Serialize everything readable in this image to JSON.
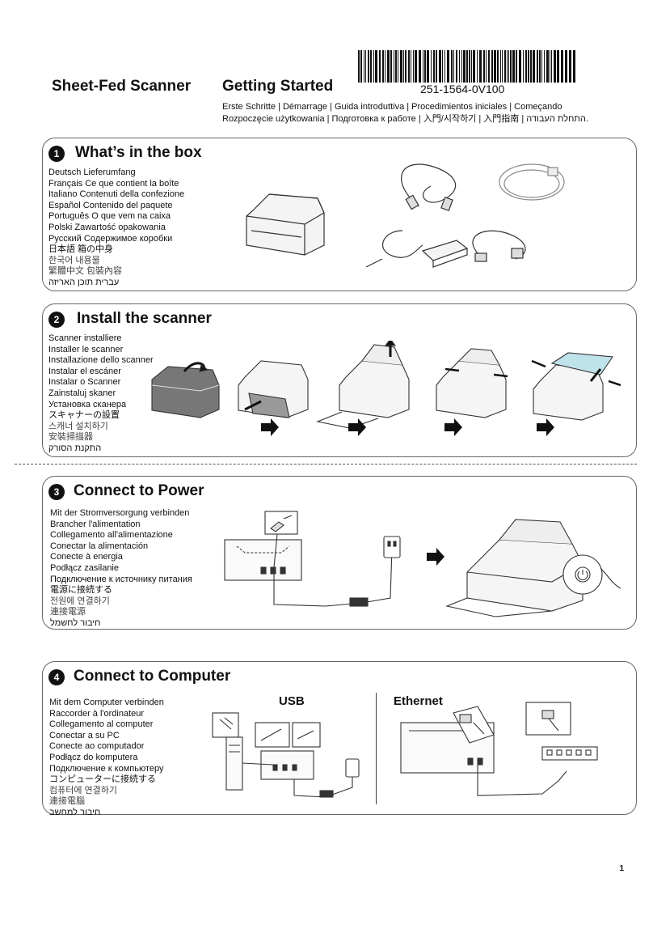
{
  "header": {
    "product": "Sheet-Fed Scanner",
    "guide": "Getting Started",
    "part_number": "251-1564-0V100",
    "languages_line1": "Erste Schritte | Démarrage | Guida introduttiva | Procedimientos iniciales | Começando",
    "languages_line2": "Rozpoczęcie użytkowania | Подготовка к работе | 入門/시작하기 | 入門指南 | התחלת העבודה."
  },
  "sections": [
    {
      "number": "1",
      "title": "What’s in the box",
      "items": [
        "Deutsch Lieferumfang",
        "Français Ce que contient la boîte",
        "Italiano Contenuti della confezione",
        "Español Contenido del paquete",
        "Português O que vem na caixa",
        "Polski Zawartość opakowania",
        "Русский Содержимое коробки",
        "日本語 箱の中身",
        "한국어 내용물",
        "繁體中文 包裝內容",
        "עברית תוכן האריזה"
      ]
    },
    {
      "number": "2",
      "title": "Install the scanner",
      "items": [
        "Scanner installiere",
        "Installer le scanner",
        "Installazione dello scanner",
        "Instalar el escáner",
        "Instalar o Scanner",
        "Zainstaluj skaner",
        "Установка сканера",
        "スキャナーの設置",
        "스캐너 설치하기",
        "安裝掃描器",
        "התקנת הסורק"
      ]
    },
    {
      "number": "3",
      "title": "Connect to Power",
      "items": [
        "Mit der Stromversorgung verbinden",
        "Brancher l'alimentation",
        "Collegamento all'alimentazione",
        "Conectar la alimentación",
        "Conecte à energia",
        "Podłącz zasilanie",
        "Подключение к источнику питания",
        "電源に接続する",
        "전원에 연결하기",
        "連接電源",
        "חיבור לחשמל"
      ]
    },
    {
      "number": "4",
      "title": "Connect to Computer",
      "items": [
        "Mit dem Computer verbinden",
        "Raccorder à l'ordinateur",
        "Collegamento al computer",
        "Conectar a su PC",
        "Conecte ao computador",
        "Podłącz do komputera",
        "Подключение к компьютеру",
        "コンピューターに接続する",
        "컴퓨터에 연결하기",
        "連接電腦",
        "חיבור למחשב"
      ],
      "usb_label": "USB",
      "ethernet_label": "Ethernet"
    }
  ],
  "page_number": "1"
}
